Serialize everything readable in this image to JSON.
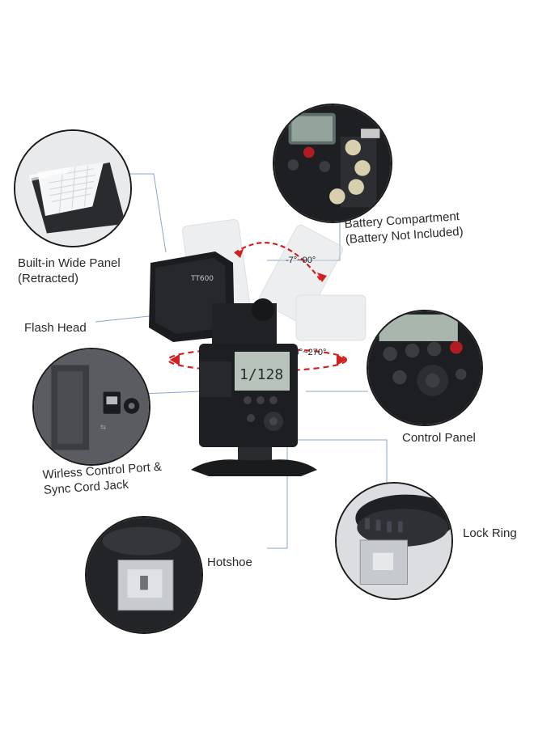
{
  "labels": {
    "built_in_wide_panel": [
      "Built-in Wide Panel",
      "(Retracted)"
    ],
    "flash_head": "Flash Head",
    "wireless_port": [
      "Wirless Control Port &",
      "Sync Cord Jack"
    ],
    "hotshoe": "Hotshoe",
    "battery_compartment": [
      "Battery Compartment",
      "(Battery Not Included)"
    ],
    "control_panel": "Control Panel",
    "lock_ring": "Lock Ring"
  },
  "angles": {
    "tilt": "-7°~90°",
    "rotate": "-0°~270°"
  },
  "product": {
    "model_text": "TT600",
    "lcd_text": "1/128"
  },
  "colors": {
    "guide_line": "#8aa6c8",
    "arrow_red": "#d21f1f",
    "body_black": "#1b1c1f"
  }
}
